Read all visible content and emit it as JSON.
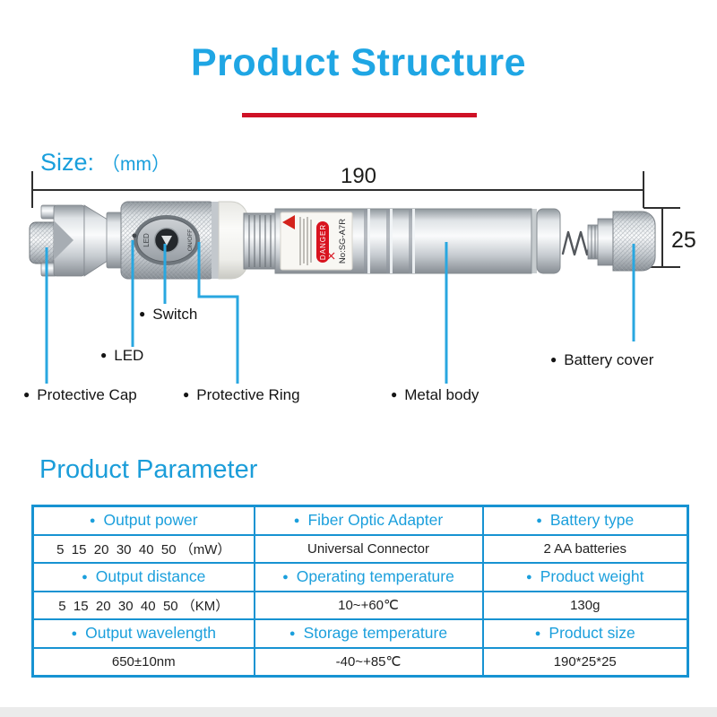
{
  "header": {
    "title": "Product Structure"
  },
  "size_section": {
    "size_label": "Size:",
    "size_unit": "（mm）",
    "length_mm": "190",
    "diameter_mm": "25"
  },
  "pen": {
    "led_marking": "LED",
    "switch_marking": "ON/OFF",
    "label_danger": "DANGER",
    "label_model": "No:SG-A7R"
  },
  "parts": [
    {
      "id": "switch",
      "label": "Switch"
    },
    {
      "id": "led",
      "label": "LED"
    },
    {
      "id": "protective-cap",
      "label": "Protective Cap"
    },
    {
      "id": "protective-ring",
      "label": "Protective Ring"
    },
    {
      "id": "metal-body",
      "label": "Metal body"
    },
    {
      "id": "battery-cover",
      "label": "Battery cover"
    }
  ],
  "parameters_heading": "Product Parameter",
  "parameters": [
    {
      "name": "Output power",
      "value": "5  15  20  30  40  50 （mW）"
    },
    {
      "name": "Fiber Optic Adapter",
      "value": "Universal Connector"
    },
    {
      "name": "Battery type",
      "value": "2 AA batteries"
    },
    {
      "name": "Output distance",
      "value": "5  15  20  30  40  50 （KM）"
    },
    {
      "name": "Operating temperature",
      "value": "10~+60℃"
    },
    {
      "name": "Product weight",
      "value": "130g"
    },
    {
      "name": "Output wavelength",
      "value": "650±10nm"
    },
    {
      "name": "Storage temperature",
      "value": "-40~+85℃"
    },
    {
      "name": "Product size",
      "value": "190*25*25"
    }
  ],
  "colors": {
    "accent_blue": "#1fa6e4",
    "heading_blue": "#1b9dd9",
    "table_border_blue": "#1793d2",
    "leader_line_blue": "#29a7e0",
    "underline_red": "#cf1126",
    "danger_red": "#d8131f",
    "text_dark": "#141414"
  }
}
